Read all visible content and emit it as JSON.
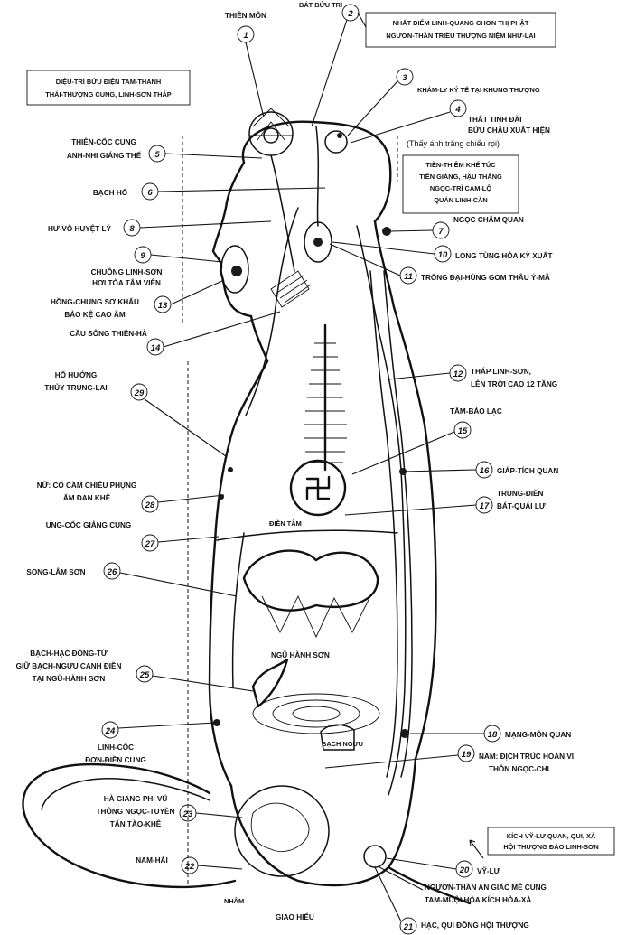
{
  "title_boxes": {
    "top_left": [
      "DIỆU-TRÌ BỬU ĐIỆN TAM-THANH",
      "THÁI-THƯỢNG CUNG, LINH-SƠN THÁP"
    ],
    "top_right": [
      "NHẤT ĐIỂM LINH-QUANG CHƠN THỊ PHẬT",
      "NGƯƠN-THẦN TRIỀU THƯỢNG NIỆM NHƯ-LAI"
    ],
    "mid_right": [
      "TIỀN-THIÊM KHỂ TÚC",
      "TIỀN GIÁNG, HẬU THĂNG",
      "NGỌC-TRÌ CAM-LỘ",
      "QUÁN LINH-CĂN"
    ],
    "bottom_right": [
      "KÍCH VỸ-LƯ QUAN, QUI, XÀ",
      "HỘI THƯỢNG ĐẢO LINH-SƠN"
    ]
  },
  "labels": {
    "l1": "THIÊN MÔN",
    "l2": "BÁT BỬU TRÌ",
    "l3": "KHẢM-LY KÝ TẾ TẠI KHUNG THƯỢNG",
    "l4a": "THẤT TINH ĐÀI",
    "l4b": "BỬU CHÂU XUẤT HIỆN",
    "l4c": "(Thấy ánh trăng chiếu rọi)",
    "l5a": "THIÊN-CỐC CUNG",
    "l5b": "ANH-NHI GIÁNG THẾ",
    "l6": "BẠCH HỔ",
    "l7": "NGỌC CHẨM QUAN",
    "l8": "HƯ-VÔ HUYỆT LÝ",
    "l9a": "CHUÔNG LINH-SƠN",
    "l9b": "HƠI TỎA TÂM VIÊN",
    "l10": "LONG TÙNG HỎA KỲ XUẤT",
    "l11": "TRỐNG ĐẠI-HÙNG GOM THÂU Ý-MÃ",
    "l12a": "THÁP LINH-SƠN,",
    "l12b": "LÊN TRỜI CAO 12 TẦNG",
    "l13a": "HỒNG-CHUNG SƠ KHẤU",
    "l13b": "BẢO KỆ CAO ÂM",
    "l14": "CẦU SÔNG THIÊN-HÀ",
    "l15": "TÂM-BẢO LẠC",
    "l16": "GIÁP-TÍCH QUAN",
    "l17a": "TRUNG-ĐIỀN",
    "l17b": "BÁT-QUÁI LƯ",
    "l18": "MẠNG-MÔN QUAN",
    "l19a": "NAM: ĐỊCH TRÚC HOÀN VI",
    "l19b": "THÔN NGỌC-CHI",
    "l20": "VỸ-LƯ",
    "l21a": "NGƯƠN-THẦN AN GIẤC MÊ CUNG",
    "l21b": "TAM-MUỘI HỎA KÍCH HỎA-XÀ",
    "l21c": "HẠC, QUI ĐỒNG HỘI THƯỢNG",
    "l22": "NAM-HẢI",
    "l23a": "HÀ GIANG PHI VŨ",
    "l23b": "THÔNG NGỌC-TUYỀN",
    "l23c": "TẤN TÀO-KHÊ",
    "l24a": "LINH-CỐC",
    "l24b": "ĐƠN-ĐIỀN CUNG",
    "l25a": "BẠCH-HẠC ĐỒNG-TỬ",
    "l25b": "GIỮ BẠCH-NGƯU CANH ĐIỀN",
    "l25c": "TẠI NGŨ-HÀNH SƠN",
    "l26": "SONG-LÂM SƠN",
    "l27": "UNG-CỐC GIẢNG CUNG",
    "l28a": "NỮ: CỐ CẦM CHIÊU PHỤNG",
    "l28b": "ẨM ĐAN KHÊ",
    "l29a": "HỔ HƯỚNG",
    "l29b": "THỦY TRUNG-LAI",
    "ngu_hanh": "NGŨ HÀNH SƠN",
    "dien_tam": "ĐIỀN TÂM",
    "bach_nguu": "BẠCH NGƯU",
    "giao_hieu": "GIAO HIẾU",
    "nham": "NHÂM"
  },
  "numbers": [
    "1",
    "2",
    "3",
    "4",
    "5",
    "6",
    "7",
    "8",
    "9",
    "10",
    "11",
    "12",
    "13",
    "14",
    "15",
    "16",
    "17",
    "18",
    "19",
    "20",
    "21",
    "22",
    "23",
    "24",
    "25",
    "26",
    "27",
    "28",
    "29"
  ]
}
